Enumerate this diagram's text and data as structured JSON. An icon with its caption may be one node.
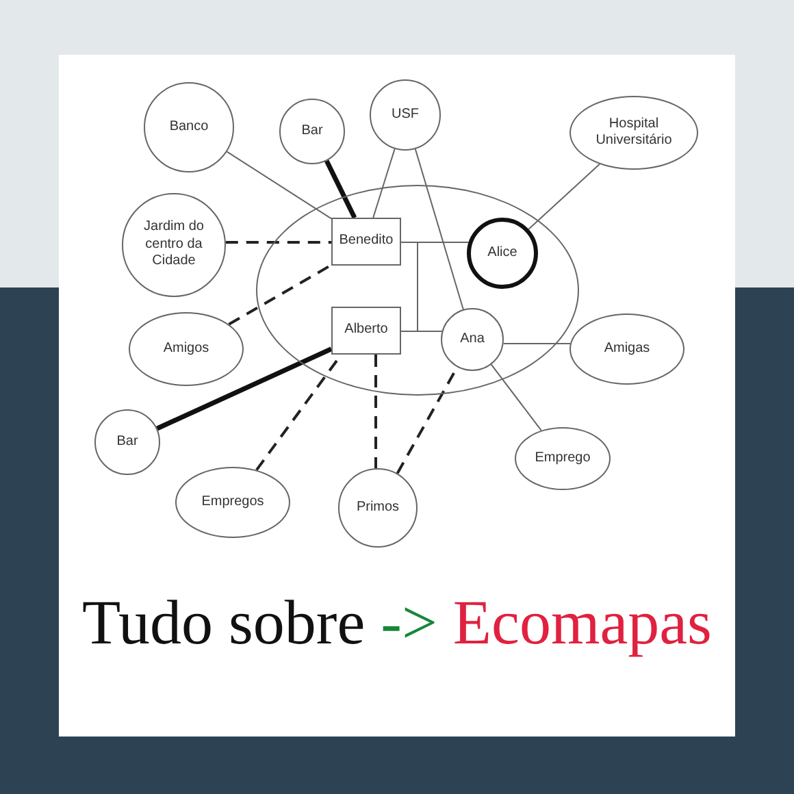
{
  "diagram": {
    "title": "Tudo sobre -> Ecomapas",
    "nodes": [
      {
        "text": [
          "Banco"
        ]
      },
      {
        "text": [
          "Bar"
        ]
      },
      {
        "text": [
          "USF"
        ]
      },
      {
        "text": [
          "Hospital Universitário"
        ]
      },
      {
        "text": [
          "Jardim do centro da Cidade"
        ]
      },
      {
        "text": [],
        "shape": "ellipse"
      },
      {
        "text": [
          "Benedito"
        ],
        "in": 5
      },
      {
        "text": [
          "Alice"
        ],
        "in": 5
      },
      {
        "text": [
          "Amigos"
        ]
      },
      {
        "text": [
          "Alberto"
        ],
        "in": 5
      },
      {
        "text": [
          "Ana"
        ],
        "in": 5
      },
      {
        "text": [
          "Amigas"
        ]
      },
      {
        "text": [
          "Bar"
        ]
      },
      {
        "text": [
          "Emprego"
        ]
      },
      {
        "text": [
          "Empregos"
        ]
      },
      {
        "text": [
          "Primos"
        ]
      }
    ],
    "edges": [
      {
        "from": 0,
        "to": 6,
        "arrow": "none"
      },
      {
        "from": 1,
        "to": 6,
        "arrow": "none",
        "style": "thick"
      },
      {
        "from": 2,
        "to": 6,
        "arrow": "none"
      },
      {
        "from": 2,
        "to": 10,
        "arrow": "none"
      },
      {
        "from": 3,
        "to": 7,
        "arrow": "none"
      },
      {
        "from": 4,
        "to": 6,
        "arrow": "none",
        "style": "dashed"
      },
      {
        "from": 6,
        "to": 7,
        "arrow": "none"
      },
      {
        "from": 8,
        "to": 6,
        "arrow": "none",
        "style": "dashed"
      },
      {
        "from": 6,
        "to": 9,
        "arrow": "none"
      },
      {
        "from": 9,
        "to": 10,
        "arrow": "none"
      },
      {
        "from": 10,
        "to": 11,
        "arrow": "none"
      },
      {
        "from": 12,
        "to": 9,
        "arrow": "none",
        "style": "thick"
      },
      {
        "from": 10,
        "to": 13,
        "arrow": "none"
      },
      {
        "from": 14,
        "to": 9,
        "arrow": "none",
        "style": "dashed"
      },
      {
        "from": 9,
        "to": 15,
        "arrow": "none",
        "style": "dashed"
      },
      {
        "from": 15,
        "to": 10,
        "arrow": "none",
        "style": "dashed"
      }
    ]
  }
}
